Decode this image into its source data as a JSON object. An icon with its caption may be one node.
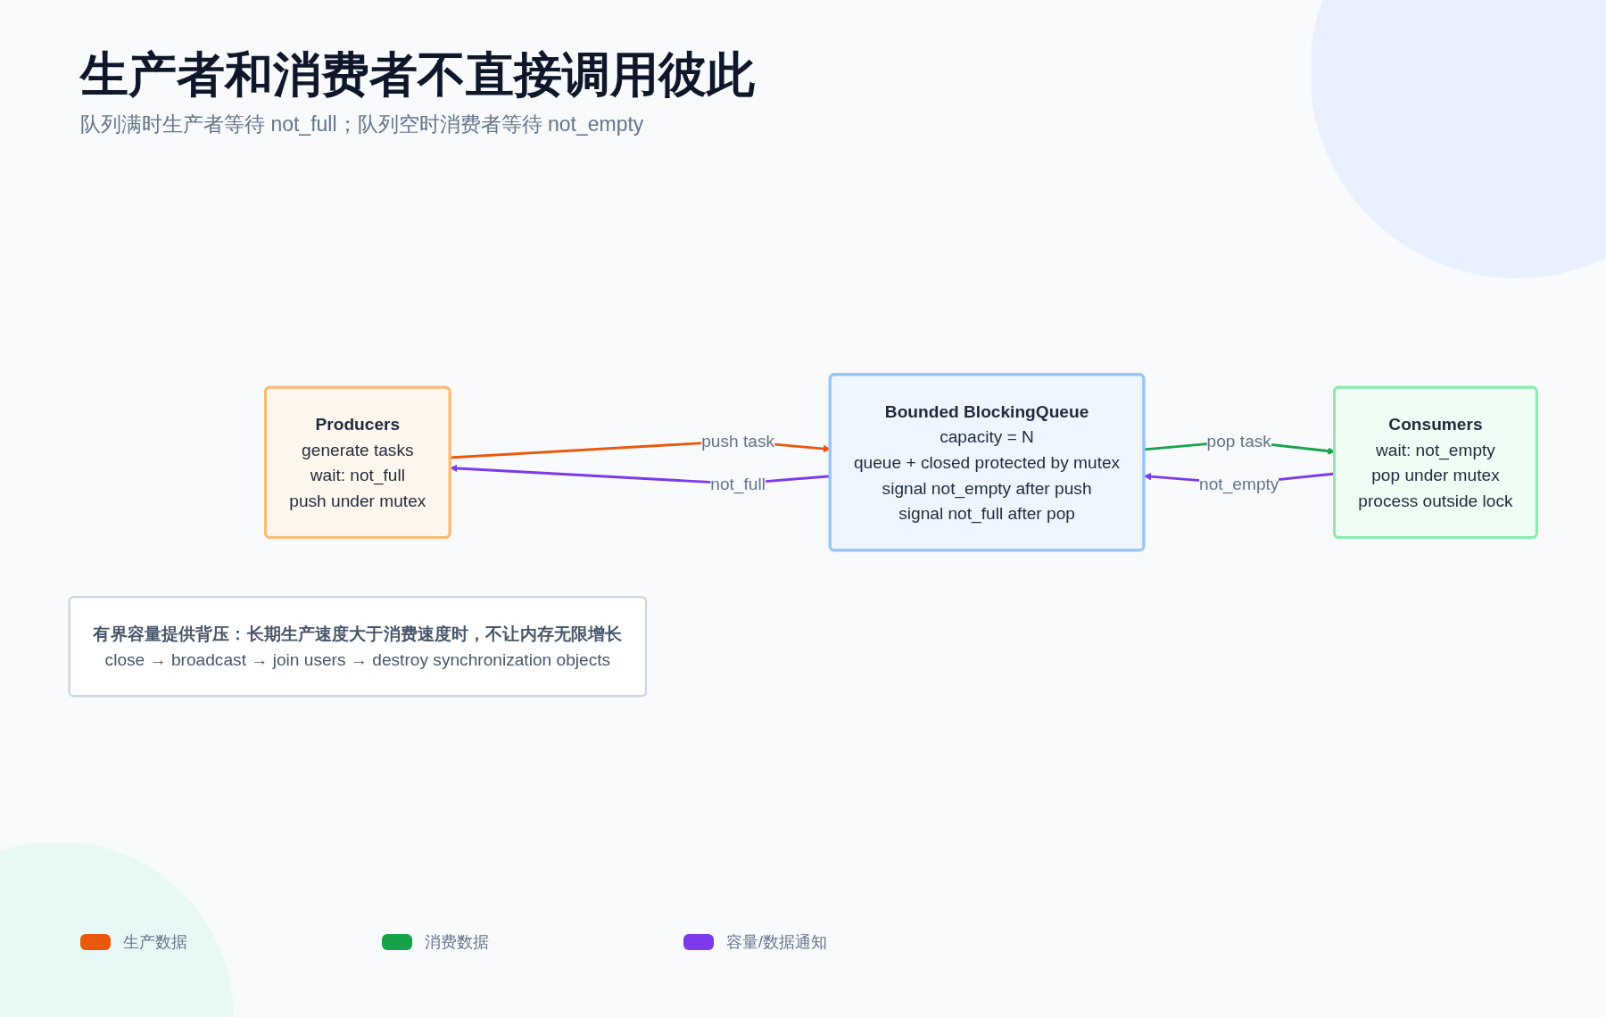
{
  "diagram": {
    "title": "生产者和消费者不直接调用彼此",
    "nodes": [
      {
        "text": [
          "Producers",
          "generate tasks",
          "wait: not_full",
          "push under mutex"
        ]
      },
      {
        "text": [
          "Bounded BlockingQueue",
          "capacity = N",
          "queue + closed protected by mutex",
          "signal not_empty after push",
          "signal not_full after pop"
        ]
      },
      {
        "text": [
          "Consumers",
          "wait: not_empty",
          "pop under mutex",
          "process outside lock"
        ]
      },
      {
        "text": [
          "有界容量提供背压：长期生产速度大于消费速度时，不让内存无限增长",
          "close → broadcast → join users → destroy synchronization objects"
        ]
      }
    ],
    "edges": [
      {
        "from": 0,
        "to": 1,
        "arrow": "to",
        "label": "push task",
        "color": "#ea580c"
      },
      {
        "from": 1,
        "to": 0,
        "arrow": "to",
        "label": "not_full",
        "color": "#7c3aed"
      },
      {
        "from": 1,
        "to": 2,
        "arrow": "to",
        "label": "pop task",
        "color": "#16a34a"
      },
      {
        "from": 2,
        "to": 1,
        "arrow": "to",
        "label": "not_empty",
        "color": "#7c3aed"
      }
    ],
    "labels": [
      "队列满时生产者等待 not_full；队列空时消费者等待 not_empty"
    ],
    "legend": [
      {
        "text": "生产数据",
        "color": "#ea580c"
      },
      {
        "text": "消费数据",
        "color": "#16a34a"
      },
      {
        "text": "容量/数据通知",
        "color": "#7c3aed"
      }
    ]
  }
}
